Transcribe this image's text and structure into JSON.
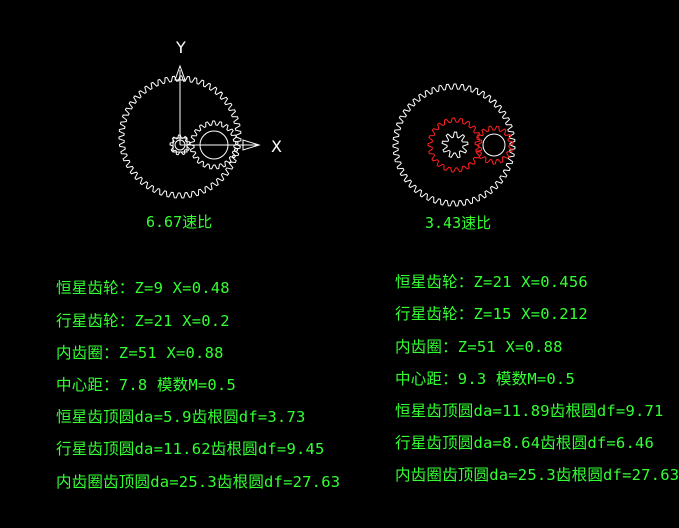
{
  "colors": {
    "background": "#000000",
    "text": "#33ff33",
    "drawing": "#ffffff",
    "highlight": "#ff2020"
  },
  "axes": {
    "y_label": "Y",
    "x_label": "X"
  },
  "left_design": {
    "caption": "6.67速比",
    "lines": [
      "恒星齿轮：Z=9 X=0.48",
      "行星齿轮：Z=21 X=0.2",
      "内齿圈：Z=51 X=0.88",
      "中心距：7.8 模数M=0.5",
      "恒星齿顶圆da=5.9齿根圆df=3.73",
      "行星齿顶圆da=11.62齿根圆df=9.45",
      "内齿圈齿顶圆da=25.3齿根圆df=27.63"
    ]
  },
  "right_design": {
    "caption": "3.43速比",
    "lines": [
      "恒星齿轮：Z=21 X=0.456",
      "行星齿轮：Z=15 X=0.212",
      "内齿圈：Z=51 X=0.88",
      "中心距：9.3 模数M=0.5",
      "恒星齿顶圆da=11.89齿根圆df=9.71",
      "行星齿顶圆da=8.64齿根圆df=6.46",
      "内齿圈齿顶圆da=25.3齿根圆df=27.63"
    ]
  }
}
